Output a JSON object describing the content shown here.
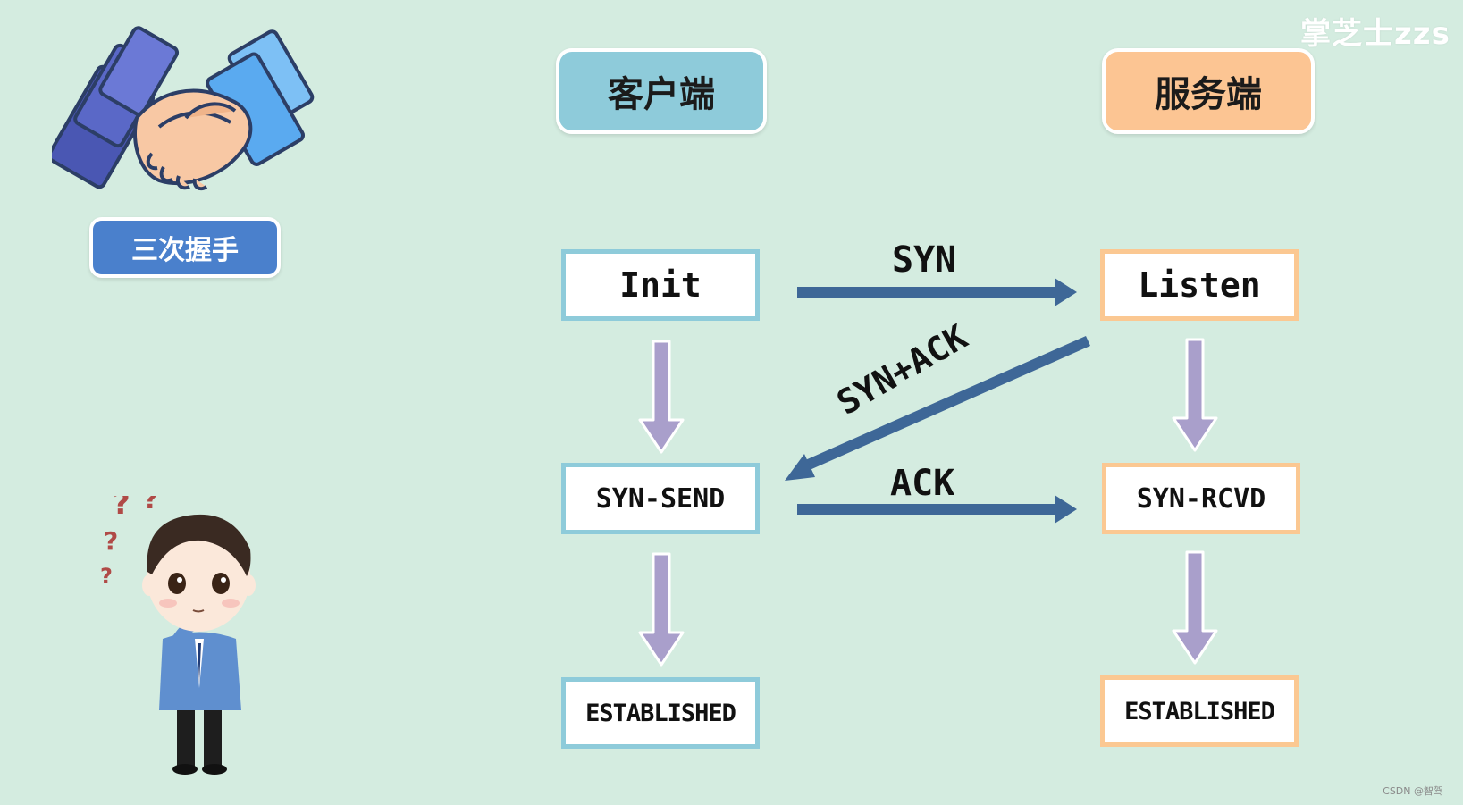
{
  "watermark": "掌芝士zzs",
  "badge": "三次握手",
  "headers": {
    "client": "客户端",
    "server": "服务端"
  },
  "client_states": [
    "Init",
    "SYN-SEND",
    "ESTABLISHED"
  ],
  "server_states": [
    "Listen",
    "SYN-RCVD",
    "ESTABLISHED"
  ],
  "messages": {
    "syn": "SYN",
    "syn_ack": "SYN+ACK",
    "ack": "ACK"
  },
  "credit": "CSDN @智驾",
  "colors": {
    "background": "#d4ece0",
    "client": "#8ecbda",
    "server": "#fcc593",
    "message_arrow": "#3e6797",
    "state_arrow": "#a99fcb",
    "badge": "#4a80cc"
  }
}
